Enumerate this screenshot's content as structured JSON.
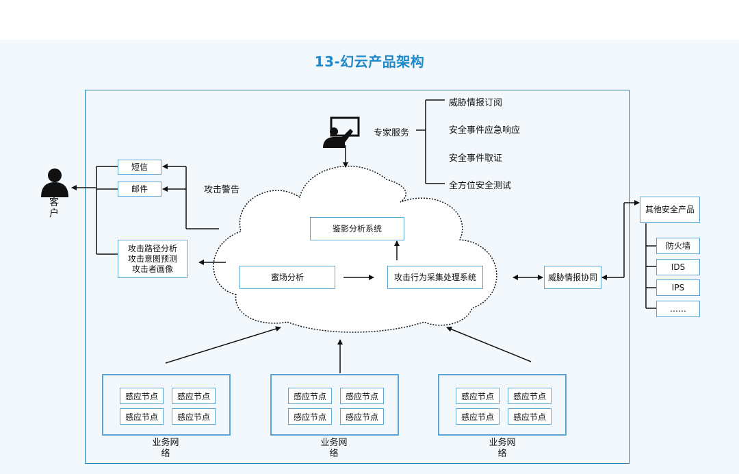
{
  "title": "13-幻云产品架构",
  "customer": {
    "label_line1": "客",
    "label_line2": "户"
  },
  "alert": {
    "sms": "短信",
    "email": "邮件",
    "label": "攻击警告"
  },
  "attack_analysis": {
    "line1": "攻击路径分析",
    "line2": "攻击意图预测",
    "line3": "攻击者画像"
  },
  "expert": {
    "label": "专家服务",
    "services": [
      "威胁情报订阅",
      "安全事件应急响应",
      "安全事件取证",
      "全方位安全测试"
    ]
  },
  "cloud": {
    "forensics": "鉴影分析系统",
    "honeypot": "蜜场分析",
    "collector": "攻击行为采集处理系统"
  },
  "threat_intel": {
    "label": "威胁情报协同"
  },
  "other_products": {
    "title": "其他安全产品",
    "items": [
      "防火墙",
      "IDS",
      "IPS",
      "……"
    ]
  },
  "networks": [
    {
      "line1": "业务网",
      "line2": "络",
      "nodes": [
        "感应节点",
        "感应节点",
        "感应节点",
        "感应节点"
      ]
    },
    {
      "line1": "业务网",
      "line2": "络",
      "nodes": [
        "感应节点",
        "感应节点",
        "感应节点",
        "感应节点"
      ]
    },
    {
      "line1": "业务网",
      "line2": "络",
      "nodes": [
        "感应节点",
        "感应节点",
        "感应节点",
        "感应节点"
      ]
    }
  ],
  "colors": {
    "accent": "#1e88c8",
    "border": "#5aa6d6",
    "background": "#f3f8fc",
    "line": "#111111"
  }
}
